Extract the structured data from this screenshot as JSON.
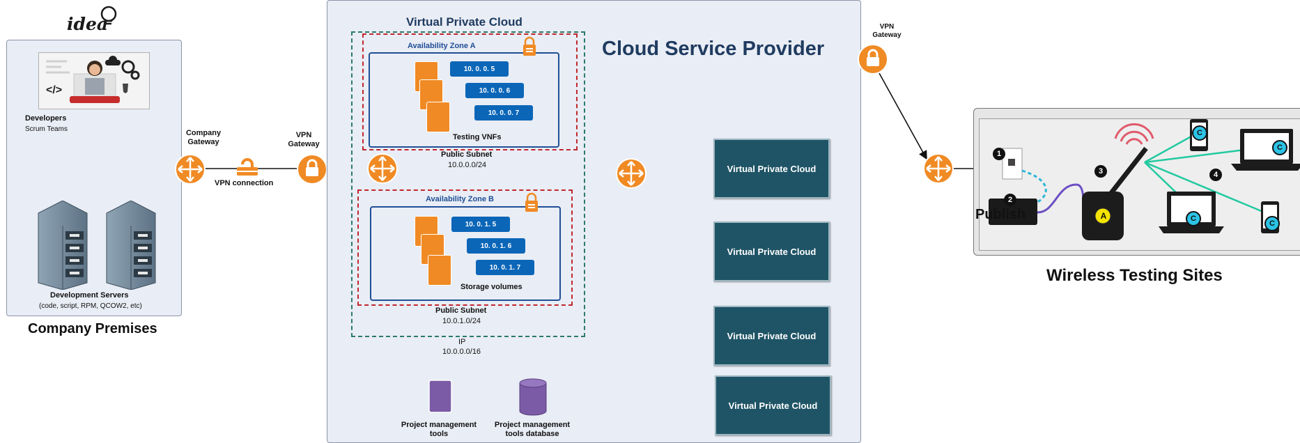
{
  "logo_text": "idea",
  "company": {
    "title": "Company Premises",
    "developers": "Developers",
    "scrum": "Scrum Teams",
    "servers": "Development Servers",
    "servers_sub": "(code, script, RPM, QCOW2, etc)"
  },
  "gateways": {
    "company_gateway": "Company Gateway",
    "vpn_connection": "VPN connection",
    "vpn_gateway_left": "VPN Gateway",
    "vpn_gateway_right": "VPN Gateway"
  },
  "vpc": {
    "title": "Virtual Private Cloud",
    "provider": "Cloud Service Provider",
    "zone_a": {
      "label": "Availability Zone A",
      "ips": [
        "10. 0. 0. 5",
        "10. 0. 0. 6",
        "10. 0. 0. 7"
      ],
      "caption": "Testing VNFs",
      "subnet": "Public Subnet",
      "cidr": "10.0.0.0/24"
    },
    "zone_b": {
      "label": "Availability Zone B",
      "ips": [
        "10. 0. 1. 5",
        "10. 0. 1. 6",
        "10. 0. 1. 7"
      ],
      "caption": "Storage volumes",
      "subnet": "Public Subnet",
      "cidr": "10.0.1.0/24"
    },
    "ip_label": "IP",
    "ip_cidr": "10.0.0.0/16",
    "pm_tools": "Project management tools",
    "pm_db": "Project management tools database",
    "remote_vpcs": [
      "Virtual Private Cloud",
      "Virtual Private Cloud",
      "Virtual Private Cloud",
      "Virtual Private Cloud"
    ]
  },
  "wireless": {
    "title": "Wireless Testing Sites",
    "publish": "Publish",
    "markers": [
      "1",
      "2",
      "3",
      "4"
    ],
    "ap_label": "A",
    "client_label": "C"
  },
  "colors": {
    "orange": "#f08a24",
    "vpc_box": "#1f5466",
    "ip_box": "#0b66b8",
    "zone_border": "#1f4e96",
    "zone_outer": "#c0272d",
    "vpc_dashed": "#2a7a6a",
    "purple": "#7b5aa6",
    "link_green": "#22c9a0"
  }
}
